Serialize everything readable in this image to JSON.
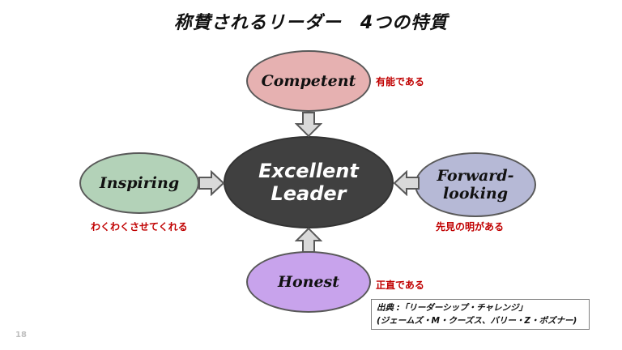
{
  "title": "称賛されるリーダー　4つの特質",
  "center": {
    "line1": "Excellent",
    "line2": "Leader"
  },
  "traits": {
    "competent": {
      "label": "Competent",
      "jp": "有能である",
      "color": "#e6b1b1"
    },
    "inspiring": {
      "label": "Inspiring",
      "jp": "わくわくさせてくれる",
      "color": "#b3d2b8"
    },
    "forward": {
      "line1": "Forward-",
      "line2": "looking",
      "jp": "先見の明がある",
      "color": "#b6b9d6"
    },
    "honest": {
      "label": "Honest",
      "jp": "正直である",
      "color": "#c8a3ec"
    }
  },
  "source": {
    "line1": "出典 :「リーダーシップ・チャレンジ」",
    "line2": "(ジェームズ・M・クーズス、バリー・Z・ポズナー)"
  },
  "page_number": "18",
  "colors": {
    "center_fill": "#404040",
    "annotation_text": "#c00000",
    "arrow_fill": "#d9d9d9",
    "arrow_stroke": "#595959"
  }
}
